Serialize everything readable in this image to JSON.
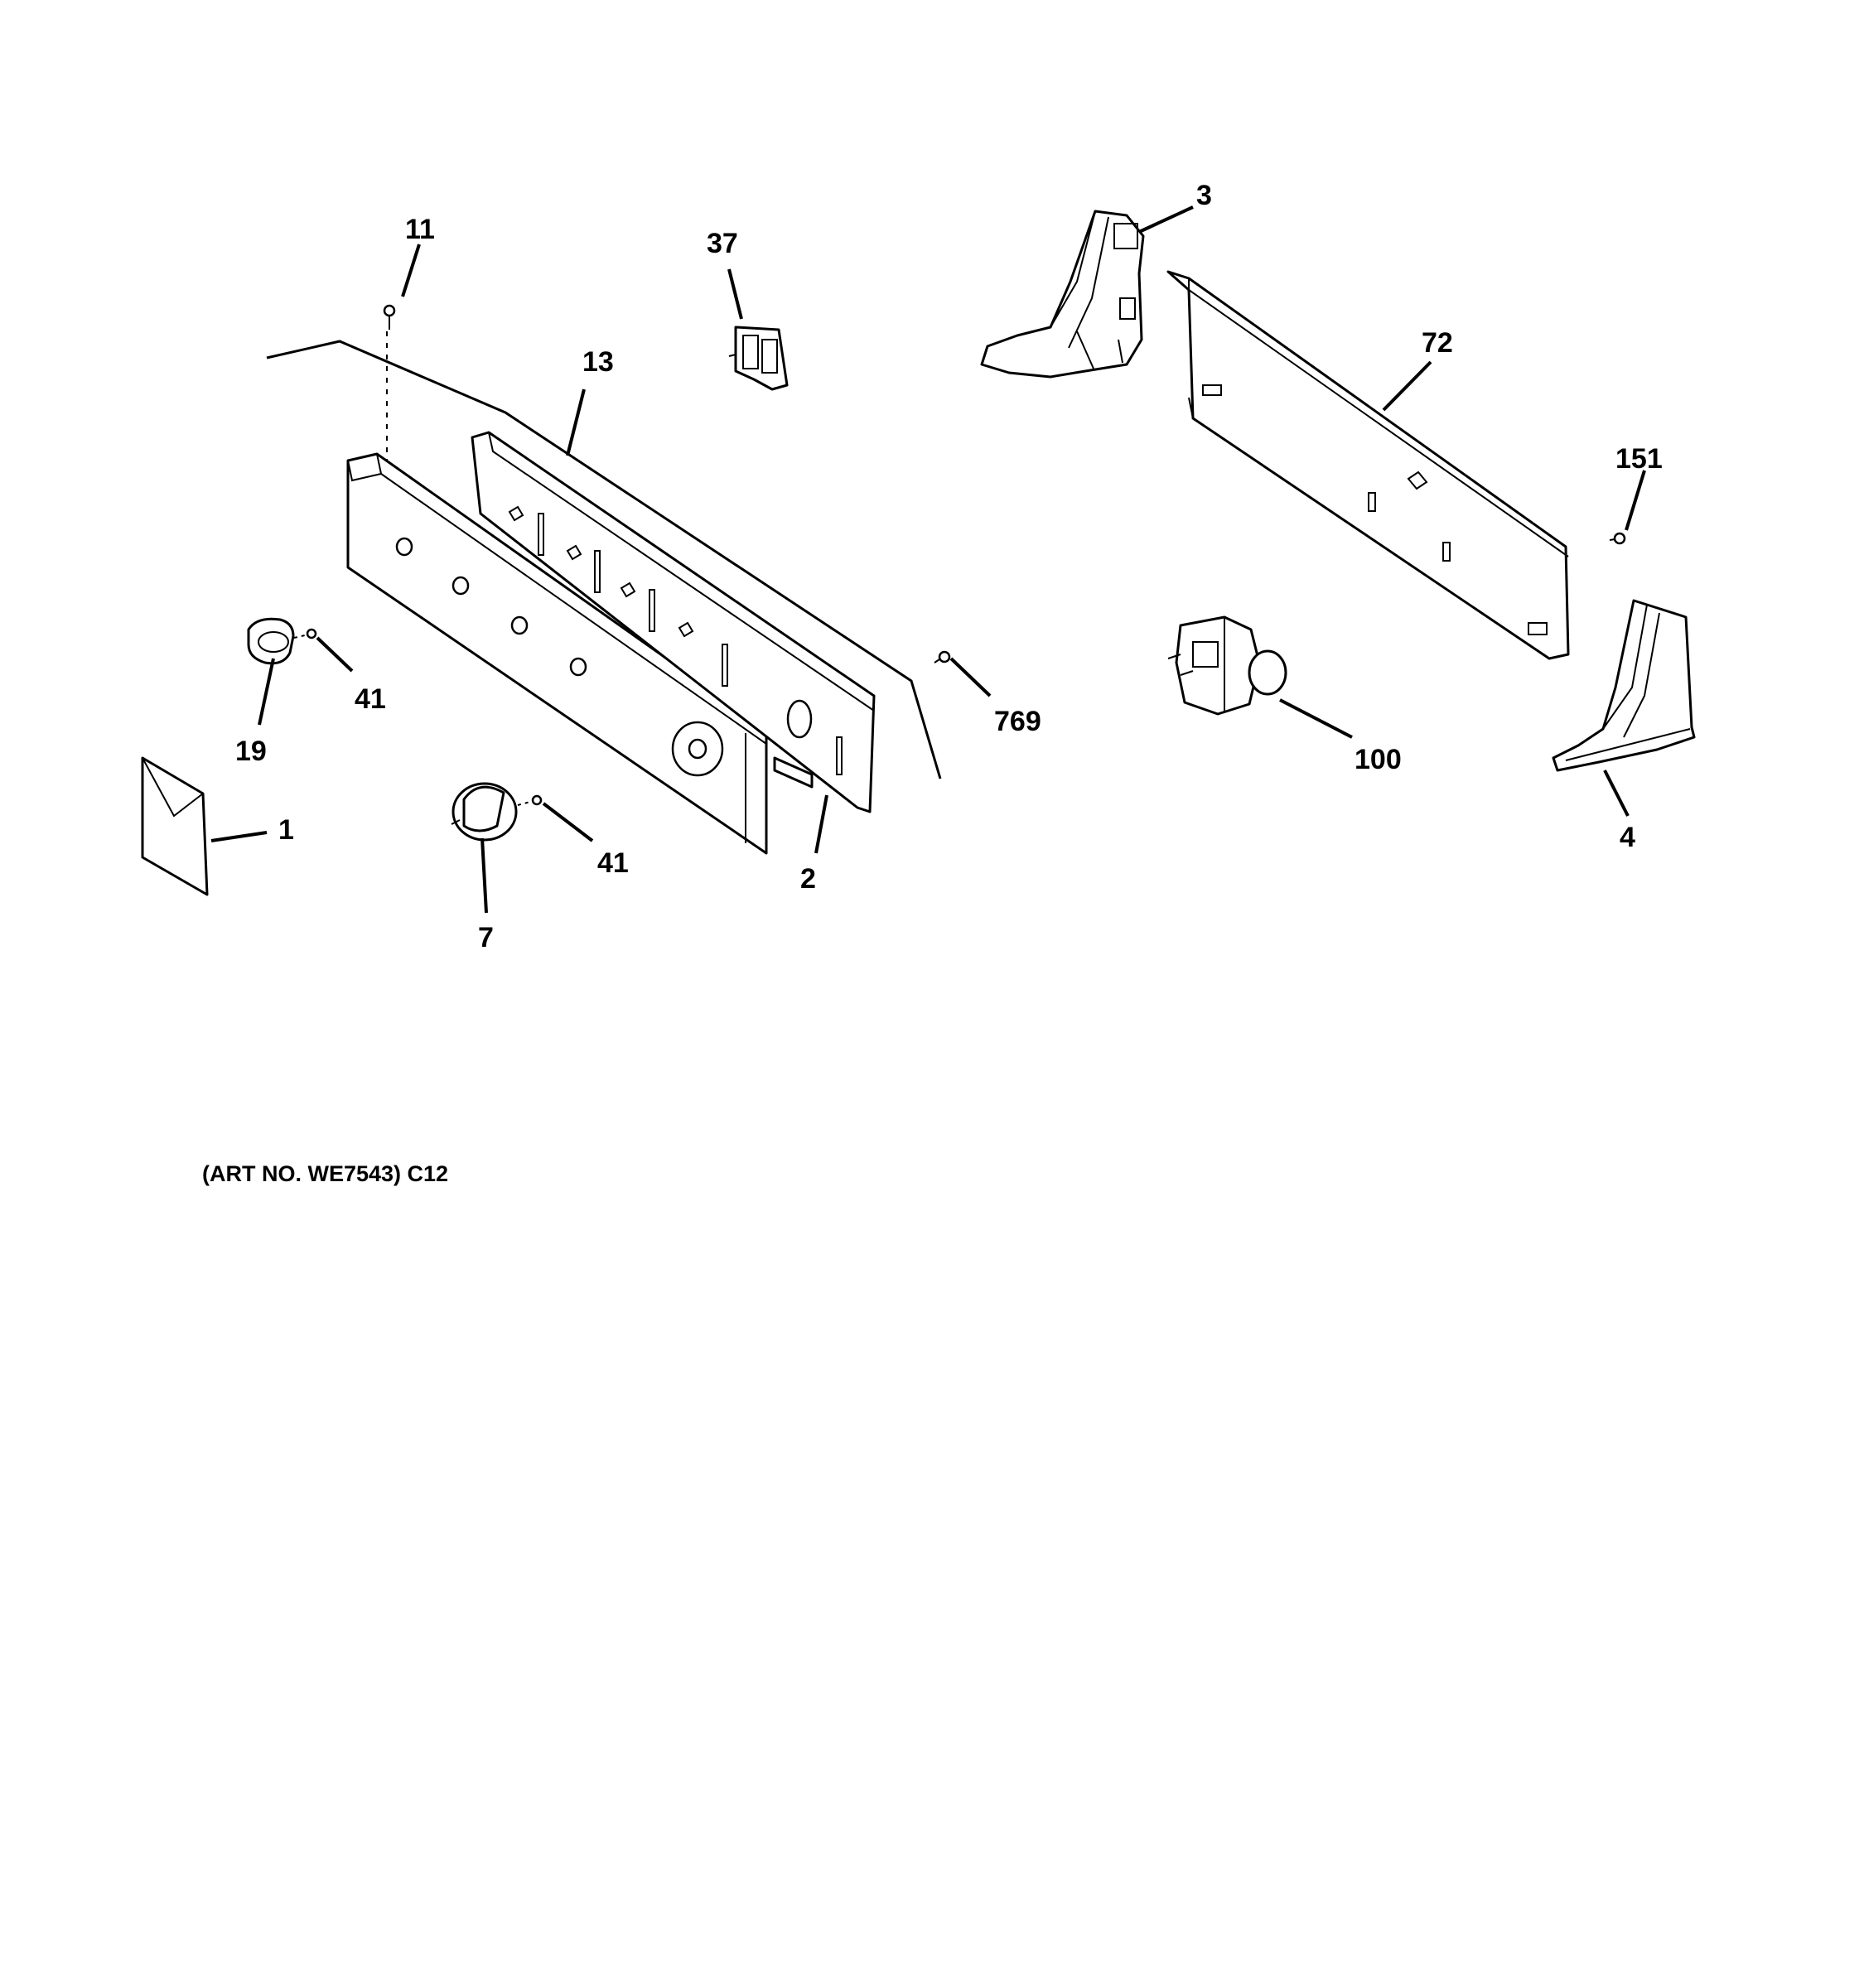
{
  "callouts": [
    {
      "id": "p1",
      "label": "1"
    },
    {
      "id": "p2",
      "label": "2"
    },
    {
      "id": "p3",
      "label": "3"
    },
    {
      "id": "p4",
      "label": "4"
    },
    {
      "id": "p7",
      "label": "7"
    },
    {
      "id": "p11",
      "label": "11"
    },
    {
      "id": "p13",
      "label": "13"
    },
    {
      "id": "p19",
      "label": "19"
    },
    {
      "id": "p37",
      "label": "37"
    },
    {
      "id": "p41a",
      "label": "41"
    },
    {
      "id": "p41b",
      "label": "41"
    },
    {
      "id": "p72",
      "label": "72"
    },
    {
      "id": "p100",
      "label": "100"
    },
    {
      "id": "p151",
      "label": "151"
    },
    {
      "id": "p769",
      "label": "769"
    }
  ],
  "art_number": "(ART NO. WE7543) C12"
}
